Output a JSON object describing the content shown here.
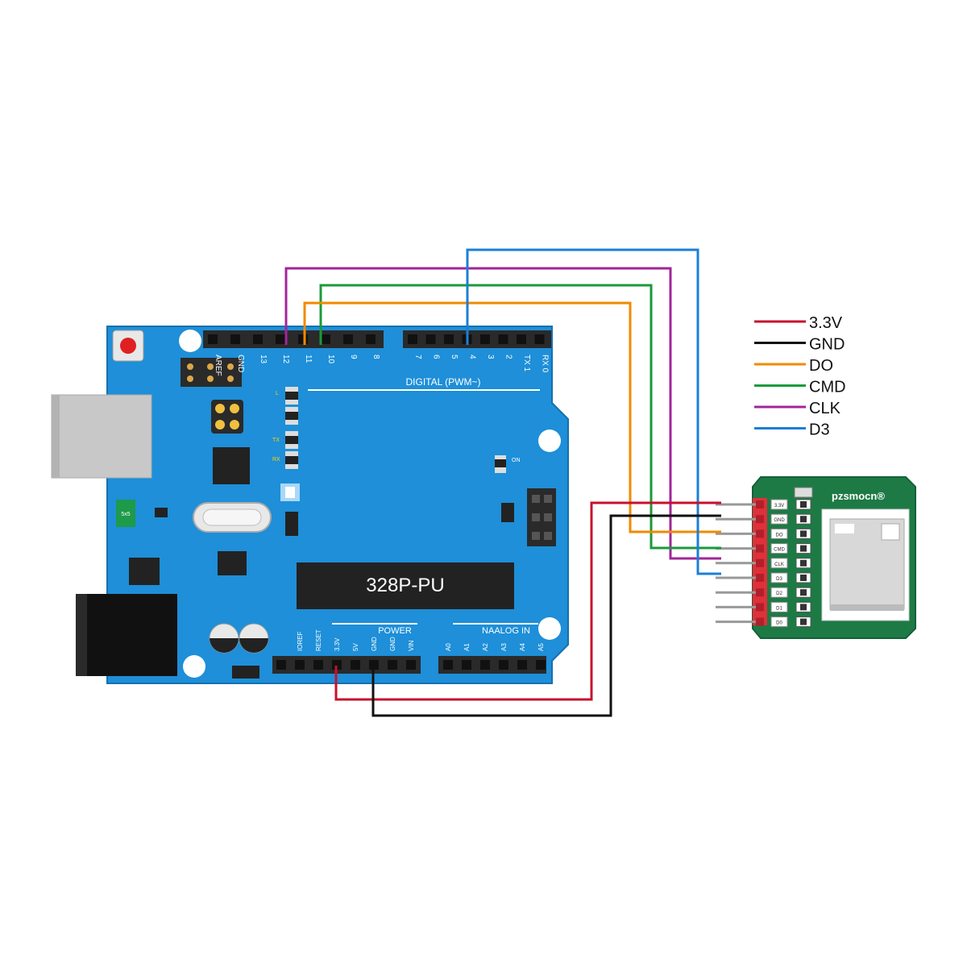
{
  "board": {
    "chip_label": "328P-PU",
    "digital_label": "DIGITAL (PWM~)",
    "power_label": "POWER",
    "analog_label": "NAALOG IN",
    "on_label": "ON",
    "icsp_label": "5x5",
    "led_labels": {
      "l": "L",
      "tx": "TX",
      "rx": "RX"
    },
    "top_pins_left": [
      "AREF",
      "GND",
      "13",
      "12",
      "11",
      "10",
      "9",
      "8"
    ],
    "top_pins_right": [
      "7",
      "6",
      "5",
      "4",
      "3",
      "2",
      "TX 1",
      "RX 0"
    ],
    "power_pins": [
      "IOREF",
      "RESET",
      "3.3V",
      "5V",
      "GND",
      "GND",
      "VIN"
    ],
    "analog_pins": [
      "A0",
      "A1",
      "A2",
      "A3",
      "A4",
      "A5"
    ]
  },
  "module": {
    "brand": "pzsmocn®",
    "pins": [
      "3.3V",
      "GND",
      "DO",
      "CMD",
      "CLK",
      "D3",
      "D2",
      "D1",
      "D0"
    ]
  },
  "legend": [
    {
      "label": "3.3V",
      "color": "#c8102e"
    },
    {
      "label": "GND",
      "color": "#111111"
    },
    {
      "label": "DO",
      "color": "#f08a00"
    },
    {
      "label": "CMD",
      "color": "#1a9a3a"
    },
    {
      "label": "CLK",
      "color": "#a0269a"
    },
    {
      "label": "D3",
      "color": "#1c7fd6"
    }
  ],
  "colors": {
    "board": "#1e8fd8",
    "module": "#1d7a45",
    "header": "#2a2a2a"
  }
}
